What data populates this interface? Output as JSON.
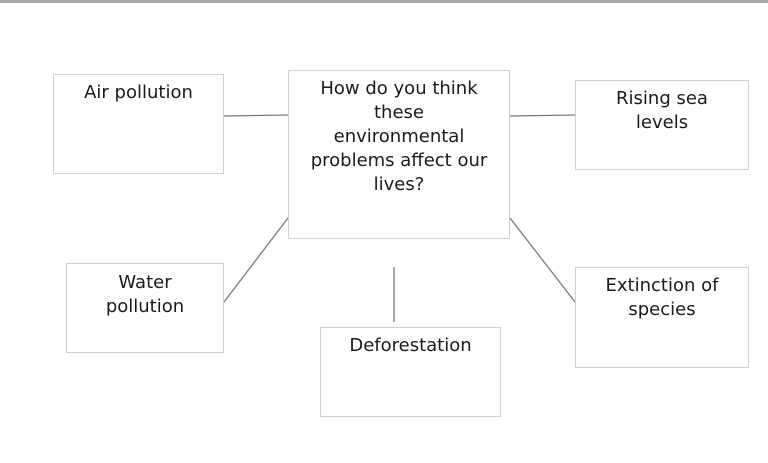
{
  "diagram": {
    "center": {
      "label": "How do you think these environmental problems affect our lives?"
    },
    "nodes": {
      "air_pollution": {
        "label": "Air pollution"
      },
      "rising_sea_levels": {
        "label": "Rising sea levels"
      },
      "water_pollution": {
        "label": "Water pollution"
      },
      "deforestation": {
        "label": "Deforestation"
      },
      "extinction_of_species": {
        "label": "Extinction of species"
      }
    }
  }
}
